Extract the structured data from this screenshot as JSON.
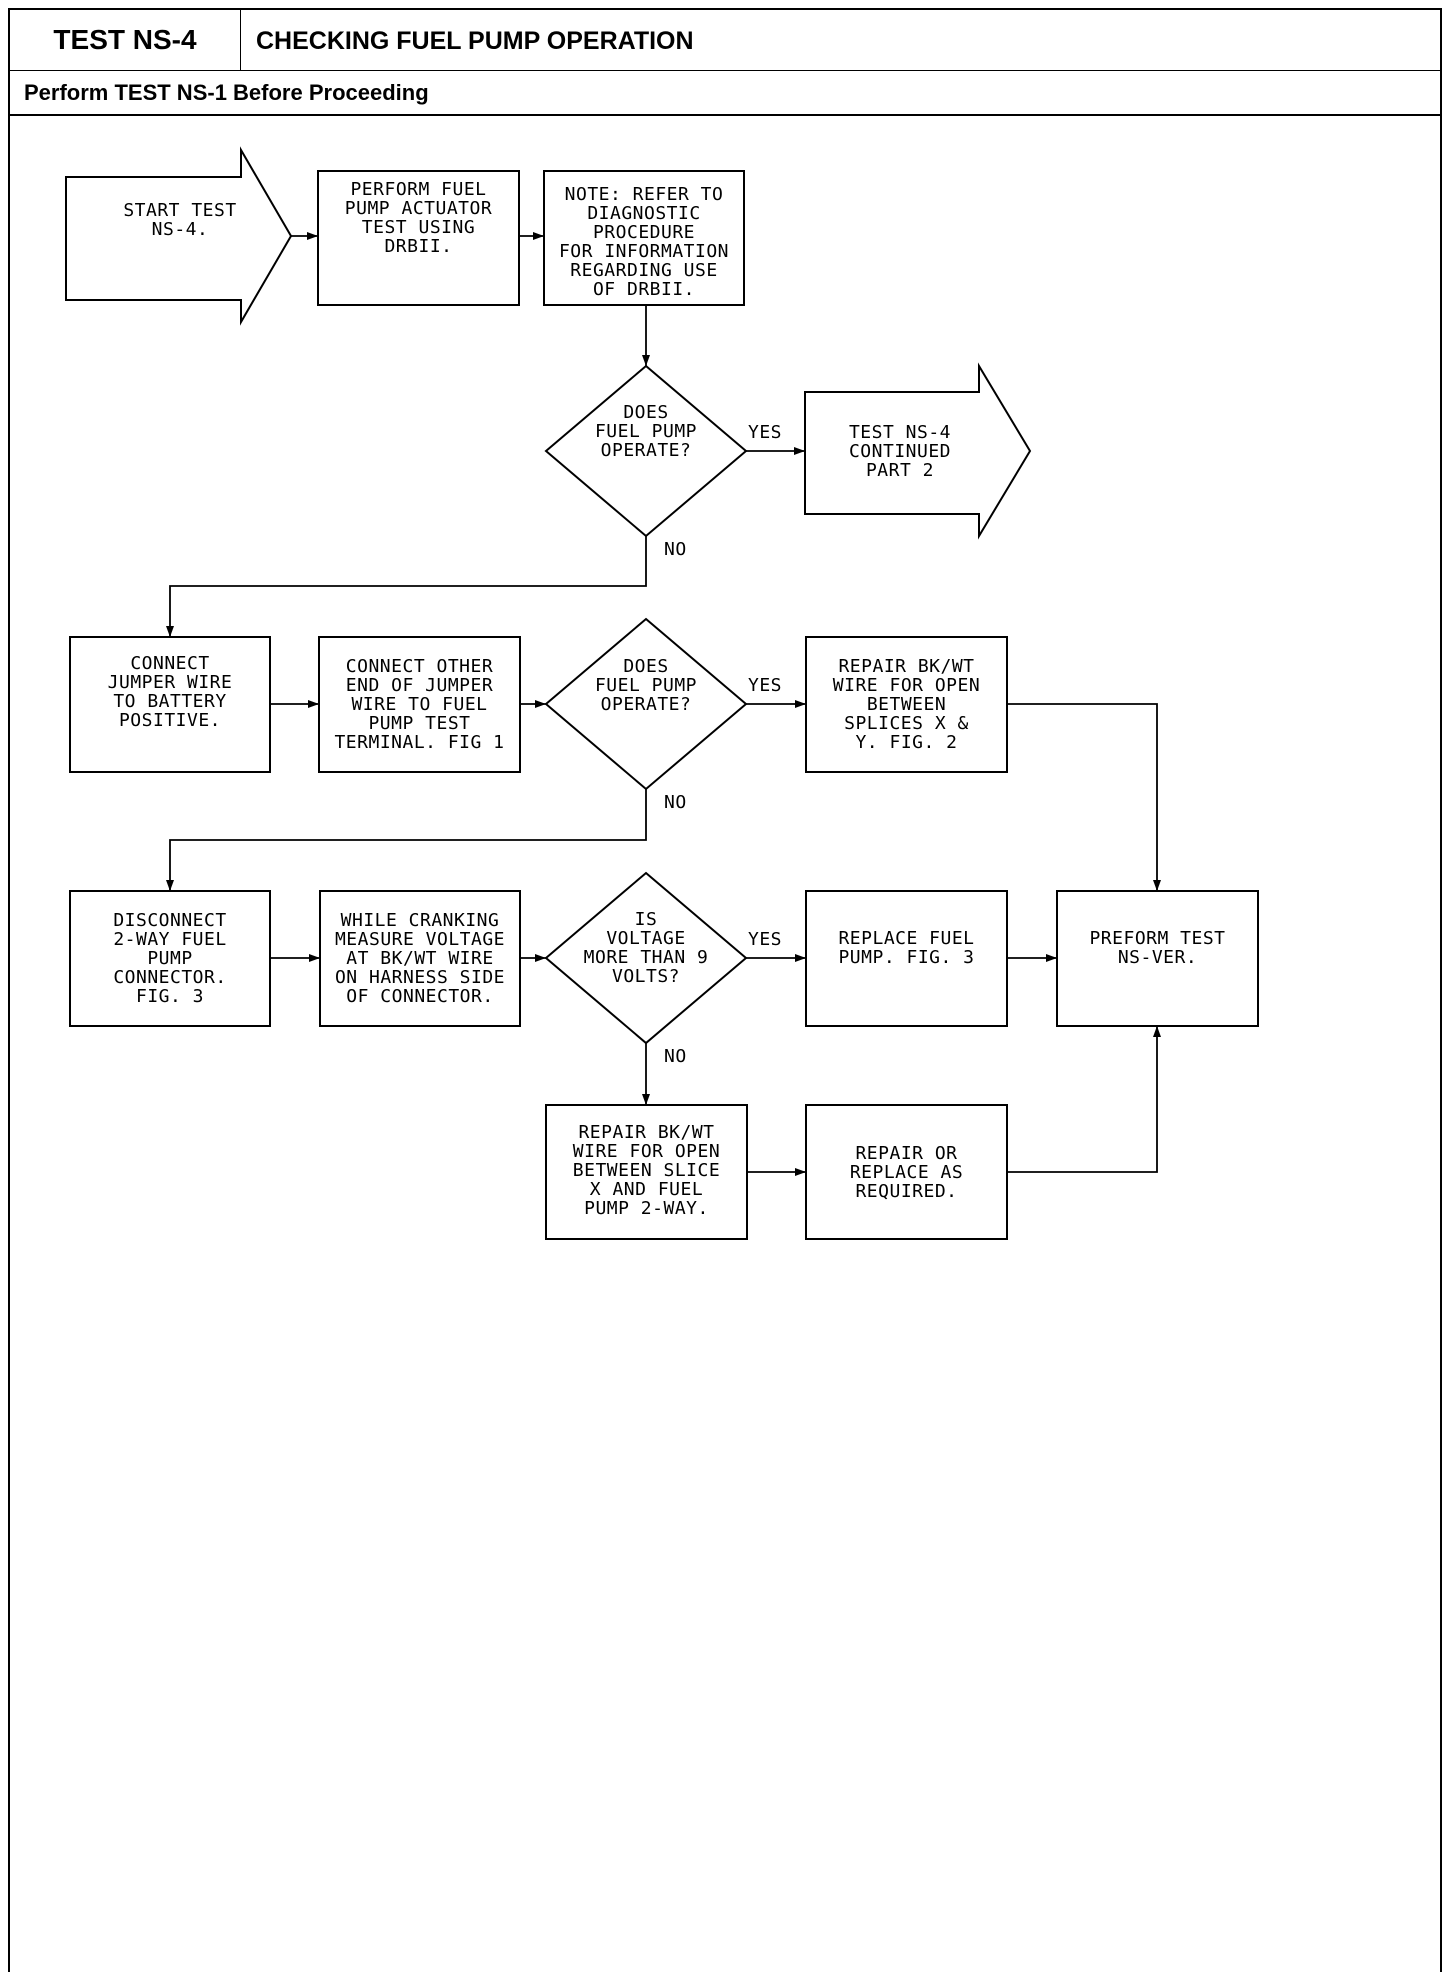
{
  "header": {
    "test_code": "TEST NS-4",
    "title": "CHECKING FUEL PUMP OPERATION",
    "prerequisite": "Perform TEST NS-1 Before Proceeding"
  },
  "nodes": {
    "start": "START TEST\nNS-4.",
    "actuator_test": "PERFORM FUEL\nPUMP ACTUATOR\nTEST USING\nDRBII.",
    "note": "NOTE: REFER TO\nDIAGNOSTIC\nPROCEDURE\nFOR INFORMATION\nREGARDING USE\nOF DRBII.",
    "decision_pump_1": "DOES\nFUEL PUMP\nOPERATE?",
    "continued": "TEST NS-4\nCONTINUED\nPART 2",
    "jumper_battery": "CONNECT\nJUMPER WIRE\nTO BATTERY\nPOSITIVE.",
    "jumper_terminal": "CONNECT OTHER\nEND OF JUMPER\nWIRE TO FUEL\nPUMP TEST\nTERMINAL. FIG 1",
    "decision_pump_2": "DOES\nFUEL PUMP\nOPERATE?",
    "repair_splices": "REPAIR BK/WT\nWIRE FOR OPEN\nBETWEEN\nSPLICES X &\nY. FIG. 2",
    "disconnect": "DISCONNECT\n2-WAY FUEL\nPUMP\nCONNECTOR.\nFIG. 3",
    "measure_voltage": "WHILE CRANKING\nMEASURE VOLTAGE\nAT BK/WT WIRE\nON HARNESS SIDE\nOF CONNECTOR.",
    "decision_voltage": "IS\nVOLTAGE\nMORE THAN 9\nVOLTS?",
    "replace_pump": "REPLACE FUEL\nPUMP. FIG. 3",
    "verify": "PREFORM TEST\nNS-VER.",
    "repair_slice": "REPAIR BK/WT\nWIRE FOR OPEN\nBETWEEN SLICE\nX AND FUEL\nPUMP 2-WAY.",
    "repair_replace": "REPAIR OR\nREPLACE AS\nREQUIRED."
  },
  "edge_labels": {
    "d1_yes": "YES",
    "d1_no": "NO",
    "d2_yes": "YES",
    "d2_no": "NO",
    "d3_yes": "YES",
    "d3_no": "NO"
  }
}
